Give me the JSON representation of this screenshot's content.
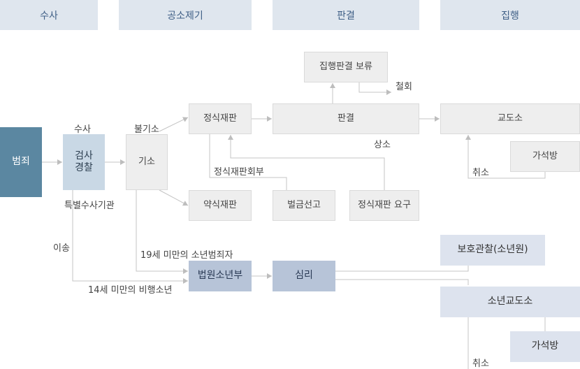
{
  "headers": [
    "수사",
    "공소제기",
    "판결",
    "집행"
  ],
  "nodes": {
    "crime": "범죄",
    "police_line1": "검사",
    "police_line2": "경찰",
    "indictment": "기소",
    "formal_trial": "정식재판",
    "summary_trial": "약식재판",
    "judgment": "판결",
    "hold": "집행판결 보류",
    "prison": "교도소",
    "parole": "가석방",
    "fine": "벌금선고",
    "formal_request": "정식재판 요구",
    "juvenile_court": "법원소년부",
    "hearing": "심리",
    "probation": "보호관찰(소년원)",
    "juvenile_prison": "소년교도소",
    "juvenile_parole": "가석방"
  },
  "labels": {
    "investigation": "수사",
    "special": "특별수사기관",
    "non_indict": "불기소",
    "withdraw": "철회",
    "appeal": "상소",
    "return": "정식재판회부",
    "cancel": "취소",
    "transfer": "이송",
    "under19": "19세 미만의 소년범죄자",
    "under14": "14세 미만의 비행소년",
    "cancel2": "취소"
  }
}
